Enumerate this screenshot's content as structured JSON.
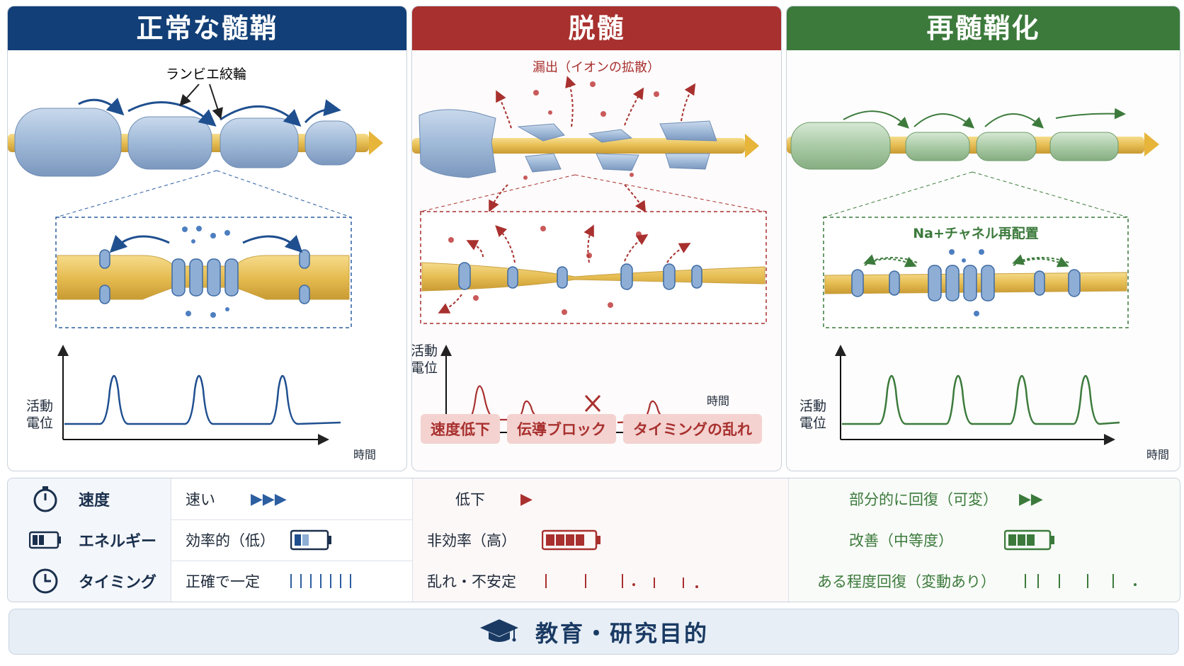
{
  "panels": {
    "normal": {
      "title": "正常な髄鞘",
      "node_label": "ランビエ絞輪",
      "y_label_1": "活動",
      "y_label_2": "電位",
      "x_label": "時間"
    },
    "demyelination": {
      "title": "脱髄",
      "leak_label": "漏出（イオンの拡散）",
      "y_label_1": "活動",
      "y_label_2": "電位",
      "x_label": "時間",
      "tags": [
        "速度低下",
        "伝導ブロック",
        "タイミングの乱れ"
      ]
    },
    "remyelination": {
      "title": "再髄鞘化",
      "channel_label": "Na+チャネル再配置",
      "y_label_1": "活動",
      "y_label_2": "電位",
      "x_label": "時間"
    }
  },
  "comparison": {
    "rows": [
      {
        "label": "速度",
        "icon": "stopwatch-icon",
        "normal": "速い",
        "demyelination": "低下",
        "remyelination": "部分的に回復（可変）"
      },
      {
        "label": "エネルギー",
        "icon": "battery-icon",
        "normal": "効率的（低）",
        "demyelination": "非効率（高）",
        "remyelination": "改善（中等度）"
      },
      {
        "label": "タイミング",
        "icon": "clock-icon",
        "normal": "正確で一定",
        "demyelination": "乱れ・不安定",
        "remyelination": "ある程度回復（変動あり）"
      }
    ]
  },
  "footer": {
    "label": "教育・研究目的",
    "icon": "graduation-cap-icon"
  },
  "colors": {
    "normal": "#123f77",
    "demyelination": "#a8302e",
    "remyelination": "#3c7a3c",
    "axon": "#e8c25a"
  }
}
